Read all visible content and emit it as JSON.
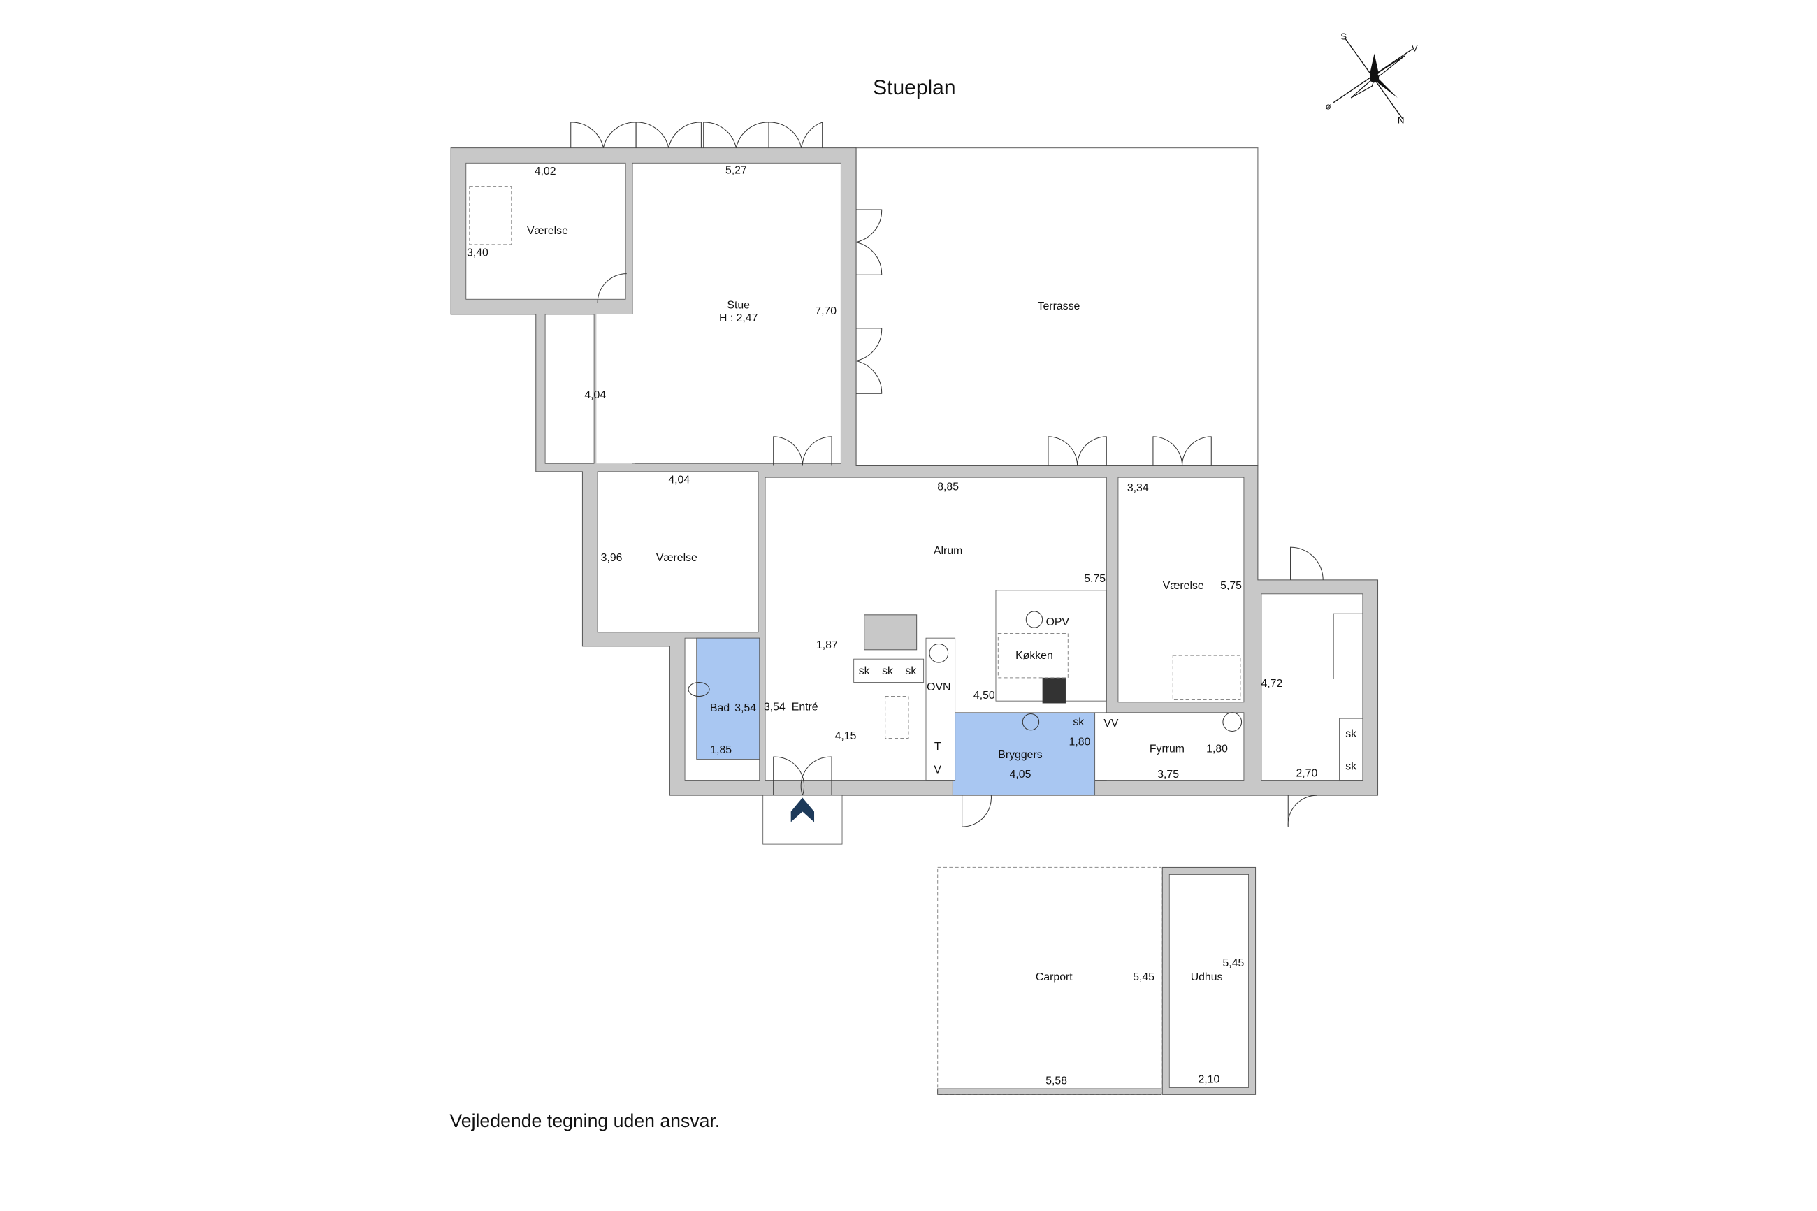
{
  "title": "Stueplan",
  "footer": "Vejledende tegning uden ansvar.",
  "compass": {
    "s": "S",
    "v": "V",
    "o": "ø",
    "n": "N"
  },
  "colors": {
    "wall": "#c8c8c8",
    "wet_room": "#a9c7f2",
    "entrance_arrow": "#1d3a5a"
  },
  "rooms": {
    "vaerelse_nw": {
      "name": "Værelse",
      "dim_w": "4,02",
      "dim_h": "3,40"
    },
    "stue": {
      "name": "Stue",
      "height": "H : 2,47",
      "dim_w": "5,27",
      "dim_h": "7,70"
    },
    "terrasse": {
      "name": "Terrasse"
    },
    "trappe": {
      "dim": "4,04"
    },
    "vaerelse_w": {
      "name": "Værelse",
      "dim_w": "4,04",
      "dim_h": "3,96"
    },
    "alrum": {
      "name": "Alrum",
      "dim_w": "8,85",
      "dim_h": "5,75"
    },
    "vaerelse_e": {
      "name": "Værelse",
      "dim_w": "3,34",
      "dim_h": "5,75"
    },
    "koekken": {
      "name": "Køkken",
      "dim_w": "4,50",
      "dim_h": "1,87",
      "opv": "OPV",
      "ovn": "OVN",
      "sk": [
        "sk",
        "sk",
        "sk"
      ]
    },
    "bad": {
      "name": "Bad",
      "dim_h": "3,54",
      "dim_w": "1,85"
    },
    "entre": {
      "name": "Entré",
      "dim_h": "3,54",
      "dim_w": "4,15"
    },
    "bryggers": {
      "name": "Bryggers",
      "dim_w": "4,05",
      "dim_h": "1,80",
      "sk": "sk",
      "t": "T",
      "v": "V"
    },
    "fyrrum": {
      "name": "Fyrrum",
      "dim_w": "3,75",
      "dim_h": "1,80",
      "vv": "VV"
    },
    "gang_e": {
      "dim_h": "4,72",
      "dim_w": "2,70",
      "sk": [
        "sk",
        "sk"
      ]
    },
    "carport": {
      "name": "Carport",
      "dim_w": "5,58",
      "dim_h": "5,45"
    },
    "udhus": {
      "name": "Udhus",
      "dim_w": "2,10",
      "dim_h": "5,45"
    }
  }
}
